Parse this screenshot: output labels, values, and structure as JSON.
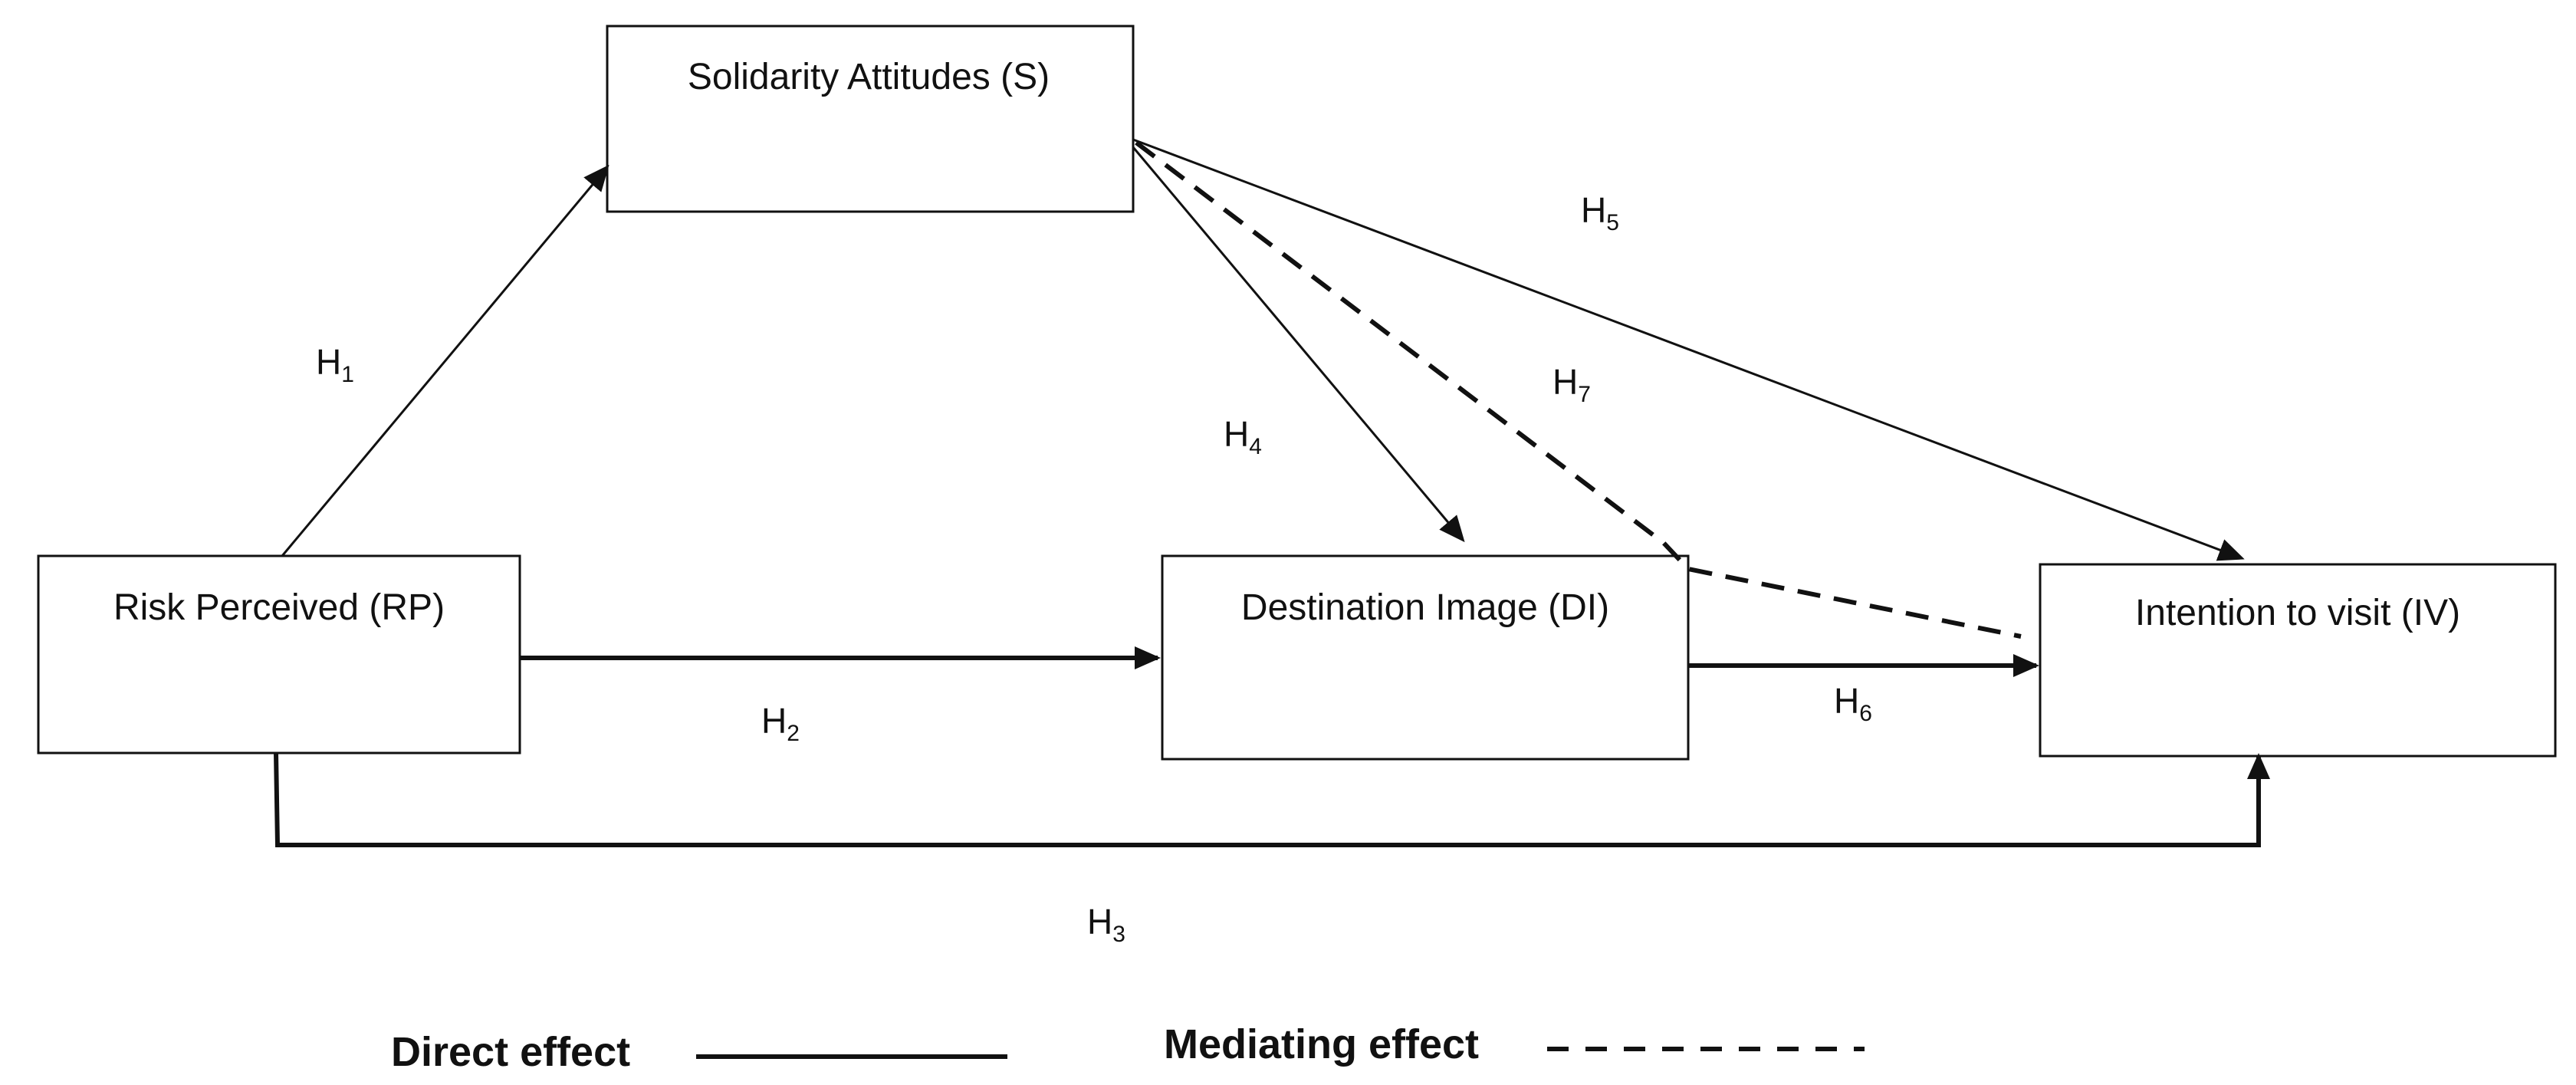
{
  "nodes": {
    "solidarity": {
      "label": "Solidarity Attitudes (S)"
    },
    "risk": {
      "label": "Risk Perceived (RP)"
    },
    "destination": {
      "label": "Destination Image (DI)"
    },
    "intention": {
      "label": "Intention to visit (IV)"
    }
  },
  "hypotheses": {
    "h1": {
      "letter": "H",
      "num": "1"
    },
    "h2": {
      "letter": "H",
      "num": "2"
    },
    "h3": {
      "letter": "H",
      "num": "3"
    },
    "h4": {
      "letter": "H",
      "num": "4"
    },
    "h5": {
      "letter": "H",
      "num": "5"
    },
    "h6": {
      "letter": "H",
      "num": "6"
    },
    "h7": {
      "letter": "H",
      "num": "7"
    }
  },
  "legend": {
    "direct": "Direct effect",
    "mediating": "Mediating effect"
  }
}
